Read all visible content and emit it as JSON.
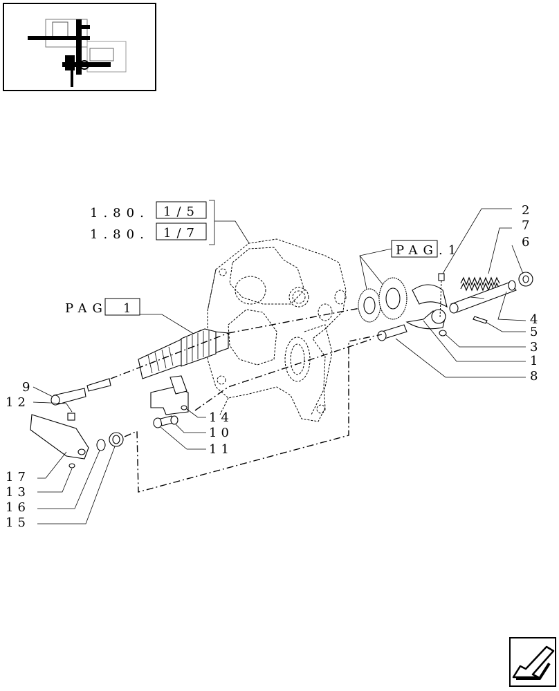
{
  "refs": {
    "ref_a_prefix": "1.80.",
    "ref_a_box": "1/5",
    "ref_b_prefix": "1.80.",
    "ref_b_box": "1/7",
    "pag_left_text": "PAG.",
    "pag_left_box": "1",
    "pag_top_box": "PAG",
    "pag_top_suffix": ".1"
  },
  "labels": {
    "p1": "1",
    "p2": "2",
    "p3": "3",
    "p4": "4",
    "p5": "5",
    "p6": "6",
    "p7": "7",
    "p8": "8",
    "p9": "9",
    "p10": "10",
    "p11": "11",
    "p12": "12",
    "p13": "13",
    "p14": "14",
    "p15": "15",
    "p16": "16",
    "p17": "17"
  },
  "icons": {
    "thumbnail": "assembly-thumbnail-icon",
    "nav": "previous-page-arrow-icon"
  }
}
